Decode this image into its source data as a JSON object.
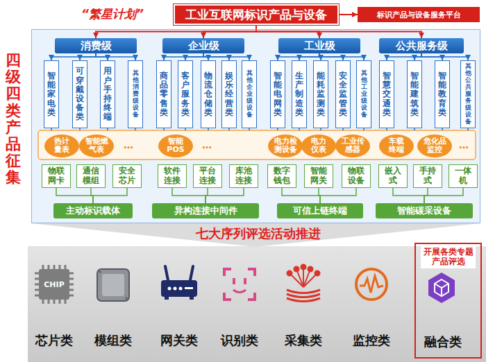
{
  "diagram": {
    "nodes": [
      {
        "text": [
          "工业互联网标识产品与设备"
        ]
      },
      {
        "text": [
          "标识产品与设备服务平台"
        ]
      },
      {
        "text": [
          "四级四类产品征集"
        ]
      },
      {
        "text": [
          "消费级"
        ],
        "in": 2
      },
      {
        "text": [
          "企业级"
        ],
        "in": 2
      },
      {
        "text": [
          "工业级"
        ],
        "in": 2
      },
      {
        "text": [
          "公共服务级"
        ],
        "in": 2
      },
      {
        "text": [
          "智能家电类"
        ],
        "in": 2
      },
      {
        "text": [
          "可穿戴设备类"
        ],
        "in": 2
      },
      {
        "text": [
          "用户手持终端"
        ],
        "in": 2
      },
      {
        "text": [
          "其他消费级设备"
        ],
        "in": 2
      },
      {
        "text": [
          "商品零售类"
        ],
        "in": 2
      },
      {
        "text": [
          "客户服务类"
        ],
        "in": 2
      },
      {
        "text": [
          "物流仓储类"
        ],
        "in": 2
      },
      {
        "text": [
          "娱乐经营类"
        ],
        "in": 2
      },
      {
        "text": [
          "其他企业级设备"
        ],
        "in": 2
      },
      {
        "text": [
          "智能电网类"
        ],
        "in": 2
      },
      {
        "text": [
          "生产制造类"
        ],
        "in": 2
      },
      {
        "text": [
          "能耗监测类"
        ],
        "in": 2
      },
      {
        "text": [
          "安全监管类"
        ],
        "in": 2
      },
      {
        "text": [
          "其他工业级设备"
        ],
        "in": 2
      },
      {
        "text": [
          "智慧交通类"
        ],
        "in": 2
      },
      {
        "text": [
          "智能建筑类"
        ],
        "in": 2
      },
      {
        "text": [
          "智能教育类"
        ],
        "in": 2
      },
      {
        "text": [
          "其他公共服务级设备"
        ],
        "in": 2
      },
      {
        "text": [
          "热计量表"
        ],
        "in": 2
      },
      {
        "text": [
          "智能燃气表"
        ],
        "in": 2
      },
      {
        "text": [
          "智能POS"
        ],
        "in": 2
      },
      {
        "text": [
          "电力检测设备"
        ],
        "in": 2
      },
      {
        "text": [
          "电力仪表"
        ],
        "in": 2
      },
      {
        "text": [
          "工业传感器"
        ],
        "in": 2
      },
      {
        "text": [
          "车载终端"
        ],
        "in": 2
      },
      {
        "text": [
          "危化品监控"
        ],
        "in": 2
      },
      {
        "text": [
          "物联网卡"
        ],
        "in": 2
      },
      {
        "text": [
          "通信模组"
        ],
        "in": 2
      },
      {
        "text": [
          "安全芯片"
        ],
        "in": 2
      },
      {
        "text": [
          "软件连接"
        ],
        "in": 2
      },
      {
        "text": [
          "平台连接"
        ],
        "in": 2
      },
      {
        "text": [
          "库池连接"
        ],
        "in": 2
      },
      {
        "text": [
          "数字钱包"
        ],
        "in": 2
      },
      {
        "text": [
          "智能网关"
        ],
        "in": 2
      },
      {
        "text": [
          "物联设备"
        ],
        "in": 2
      },
      {
        "text": [
          "嵌入式"
        ],
        "in": 2
      },
      {
        "text": [
          "手持式"
        ],
        "in": 2
      },
      {
        "text": [
          "一体机"
        ],
        "in": 2
      },
      {
        "text": [
          "主动标识载体"
        ],
        "in": 2
      },
      {
        "text": [
          "异构连接中间件"
        ],
        "in": 2
      },
      {
        "text": [
          "可信上链终端"
        ],
        "in": 2
      },
      {
        "text": [
          "智能碳采设备"
        ],
        "in": 2
      },
      {
        "text": [
          "芯片类"
        ]
      },
      {
        "text": [
          "模组类"
        ]
      },
      {
        "text": [
          "网关类"
        ]
      },
      {
        "text": [
          "识别类"
        ]
      },
      {
        "text": [
          "采集类"
        ]
      },
      {
        "text": [
          "监控类"
        ]
      },
      {
        "text": [
          "开展各类专题产品评选"
        ]
      },
      {
        "text": [
          "融合类"
        ],
        "in": 55
      }
    ],
    "edges": [
      {
        "from": 0,
        "to": 1,
        "arrow": "to"
      },
      {
        "from": 0,
        "to": 3,
        "arrow": "to"
      },
      {
        "from": 0,
        "to": 4,
        "arrow": "to"
      },
      {
        "from": 0,
        "to": 5,
        "arrow": "to"
      },
      {
        "from": 0,
        "to": 6,
        "arrow": "to"
      },
      {
        "from": 3,
        "to": 7,
        "arrow": "to"
      },
      {
        "from": 3,
        "to": 8,
        "arrow": "to"
      },
      {
        "from": 3,
        "to": 9,
        "arrow": "to"
      },
      {
        "from": 3,
        "to": 10,
        "arrow": "to"
      },
      {
        "from": 4,
        "to": 11,
        "arrow": "to"
      },
      {
        "from": 4,
        "to": 12,
        "arrow": "to"
      },
      {
        "from": 4,
        "to": 13,
        "arrow": "to"
      },
      {
        "from": 4,
        "to": 14,
        "arrow": "to"
      },
      {
        "from": 4,
        "to": 15,
        "arrow": "to"
      },
      {
        "from": 5,
        "to": 16,
        "arrow": "to"
      },
      {
        "from": 5,
        "to": 17,
        "arrow": "to"
      },
      {
        "from": 5,
        "to": 18,
        "arrow": "to"
      },
      {
        "from": 5,
        "to": 19,
        "arrow": "to"
      },
      {
        "from": 5,
        "to": 20,
        "arrow": "to"
      },
      {
        "from": 6,
        "to": 21,
        "arrow": "to"
      },
      {
        "from": 6,
        "to": 22,
        "arrow": "to"
      },
      {
        "from": 6,
        "to": 23,
        "arrow": "to"
      },
      {
        "from": 6,
        "to": 24,
        "arrow": "to"
      },
      {
        "from": 33,
        "to": 45,
        "arrow": "none"
      },
      {
        "from": 34,
        "to": 45,
        "arrow": "none"
      },
      {
        "from": 35,
        "to": 45,
        "arrow": "none"
      },
      {
        "from": 36,
        "to": 46,
        "arrow": "none"
      },
      {
        "from": 37,
        "to": 46,
        "arrow": "none"
      },
      {
        "from": 38,
        "to": 46,
        "arrow": "none"
      },
      {
        "from": 39,
        "to": 47,
        "arrow": "none"
      },
      {
        "from": 40,
        "to": 47,
        "arrow": "none"
      },
      {
        "from": 41,
        "to": 47,
        "arrow": "none"
      },
      {
        "from": 42,
        "to": 48,
        "arrow": "none"
      },
      {
        "from": 43,
        "to": 48,
        "arrow": "none"
      },
      {
        "from": 44,
        "to": 48,
        "arrow": "none"
      }
    ],
    "labels": [
      "“繁星计划”",
      "…",
      "…",
      "…",
      "七大序列评选活动推进",
      "CHIP"
    ]
  }
}
